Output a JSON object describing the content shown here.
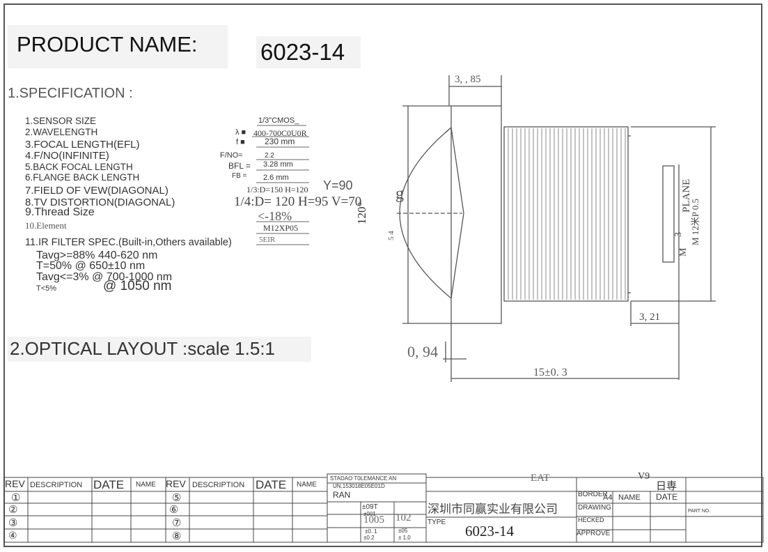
{
  "header": {
    "product_name_label": "PRODUCT NAME:",
    "product_name_value": "6023-14"
  },
  "specification": {
    "title": "1.SPECIFICATION :",
    "items": [
      {
        "label": "1.SENSOR SIZE",
        "value": "1/3\"CMOS_"
      },
      {
        "label": "2.WAVELENGTH",
        "prefix": "λ ■",
        "value": "400-700C0U0R"
      },
      {
        "label": "3.FOCAL LENGTH(EFL)",
        "prefix": "f ■",
        "value": "230 mm"
      },
      {
        "label": "4.F/NO(INFINITE)",
        "prefix": "F/NO=",
        "value": "2.2"
      },
      {
        "label": "5.BACK FOCAL LENGTH",
        "prefix": "BFL =",
        "value": "3.28 mm"
      },
      {
        "label": "6.FLANGE BACK LENGTH",
        "prefix": "FB =",
        "value": "2.6 mm"
      },
      {
        "label": "7.FIELD OF VEW(DIAGONAL)",
        "value": "1/3:D=150 H=120",
        "extra": "Y=90"
      },
      {
        "label": "8.TV DISTORTION(DIAGONAL)",
        "value": "1/4:D= 120 H=95 V=70"
      },
      {
        "label": "9.Thread Size",
        "value": "<-18%"
      },
      {
        "label": "10.Element",
        "value": "M12XP05"
      }
    ],
    "element_count": "5EIR",
    "ir_filter_title": "11.IR FILTER SPEC.(Built-in,Others available)",
    "ir_lines": [
      "Tavg>=88% 440-620 nm",
      "T=50%      @ 650±10 nm",
      "Tavg<=3%  @ 700-1000 nm",
      "T<5%",
      "@ 1050 nm"
    ]
  },
  "optical_layout_title": "2.OPTICAL LAYOUT :scale 1.5:1",
  "drawing": {
    "dim_top": "3, , 85",
    "dim_angle": "120°",
    "dim_angle_g": "g",
    "dim_54": "5 4",
    "dim_left": "0, 94",
    "dim_321": "3, 21",
    "dim_total": "15±0. 3",
    "plane_label": "PLANE",
    "thread_label": "M 12米P 0.5",
    "dim_3": "3",
    "dim_m": "M"
  },
  "title_block": {
    "rev_header": "REV",
    "desc_header": "DESCRIPTION",
    "date_header": "DATE",
    "name_header": "NAME",
    "rev_left": [
      "①",
      "②",
      "③",
      "④"
    ],
    "rev_right": [
      "⑤",
      "⑥",
      "⑦",
      "⑧"
    ],
    "tolerance_title": "STADAO T0LEMANCE AN",
    "tolerance_sub": "UN,153018E05E01D",
    "tolerance_ran": "RAN",
    "tolerance_vals": [
      "±09T",
      "±001",
      "1005",
      "102",
      "±0. 1",
      "±05",
      "±0.2",
      "± 1.0"
    ],
    "company": "深圳市同赢实业有限公司",
    "type_label": "TYPE",
    "type_value": "6023-14",
    "eat_label": "EAT",
    "v9_label": "V9",
    "date_cn": "日専",
    "border_label": "BORDER",
    "border_value": "A4",
    "drawing_label": "DRAWING",
    "checked_label": "HECKED",
    "approved_label": "APPROVE",
    "name_col": "NAME",
    "date_col": "DATE",
    "part_no": "PART NO."
  }
}
